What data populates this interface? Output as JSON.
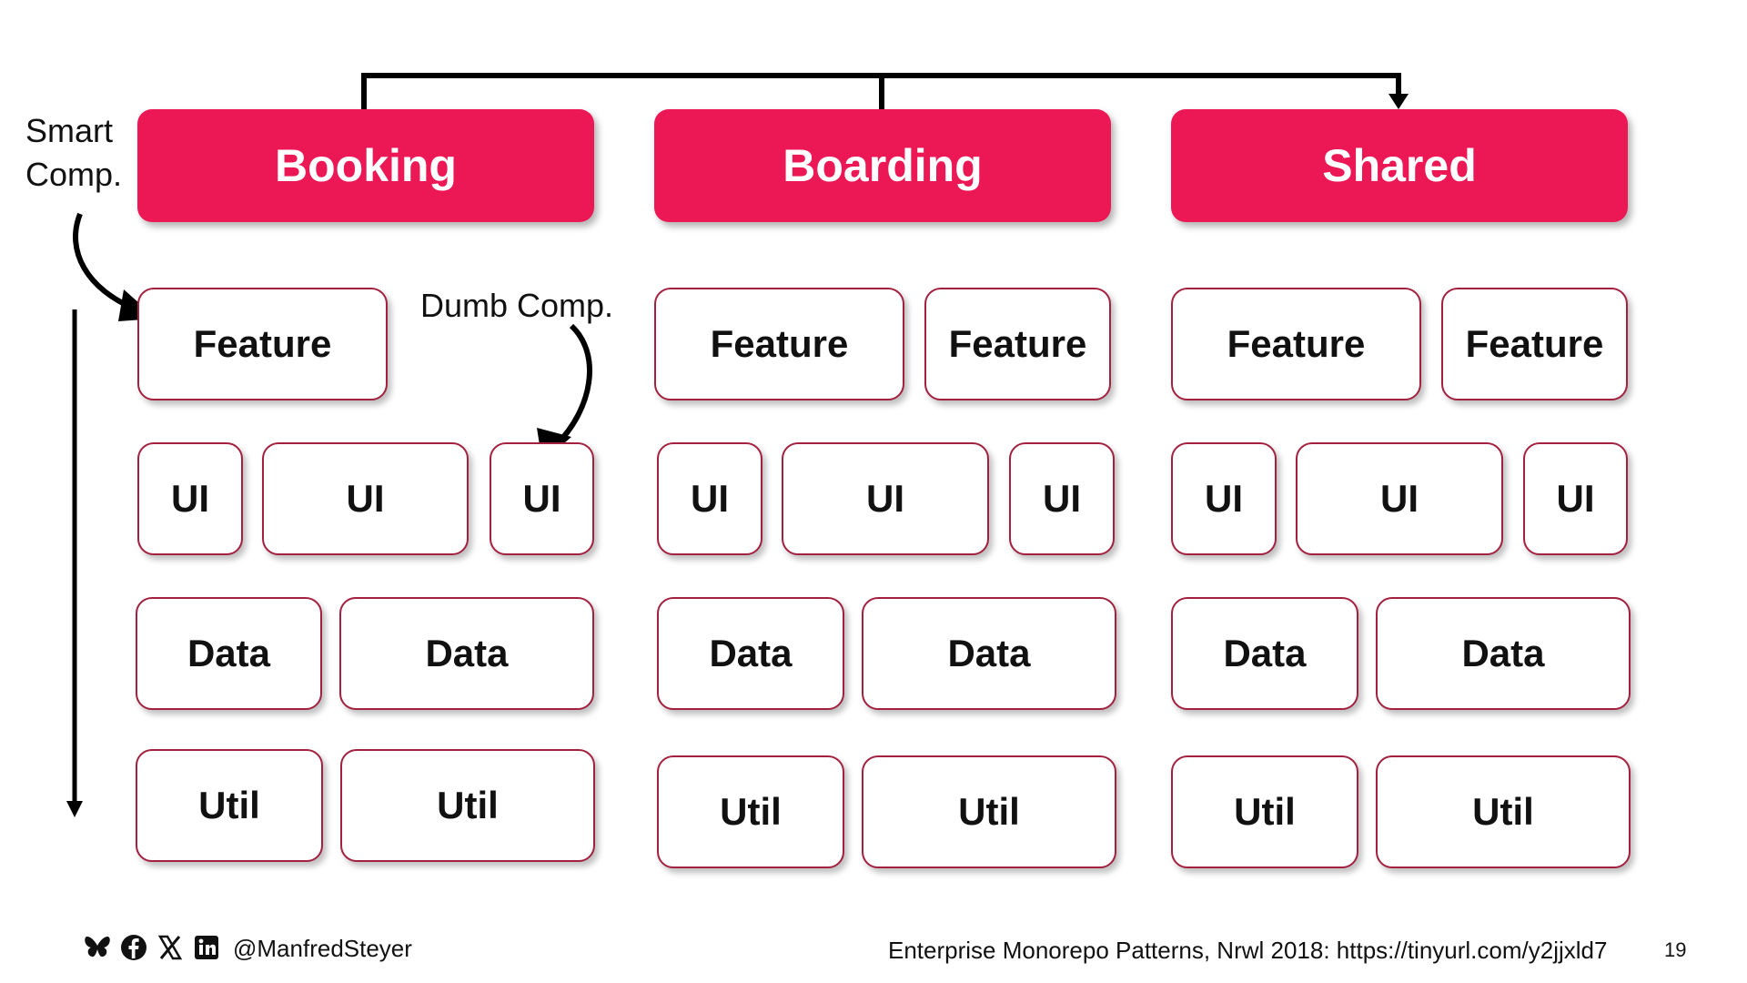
{
  "headers": {
    "booking": "Booking",
    "boarding": "Boarding",
    "shared": "Shared"
  },
  "labels": {
    "feature": "Feature",
    "ui": "UI",
    "data": "Data",
    "util": "Util"
  },
  "annotations": {
    "smart_line1": "Smart",
    "smart_line2": "Comp.",
    "dumb": "Dumb Comp."
  },
  "footer": {
    "handle": "@ManfredSteyer",
    "citation": "Enterprise Monorepo Patterns, Nrwl 2018: https://tinyurl.com/y2jjxld7",
    "page_number": "19",
    "social_icons": [
      "butterfly-icon",
      "facebook-icon",
      "x-icon",
      "linkedin-icon"
    ]
  },
  "colors": {
    "header_fill": "#ec1855",
    "box_border": "#a3213f"
  }
}
